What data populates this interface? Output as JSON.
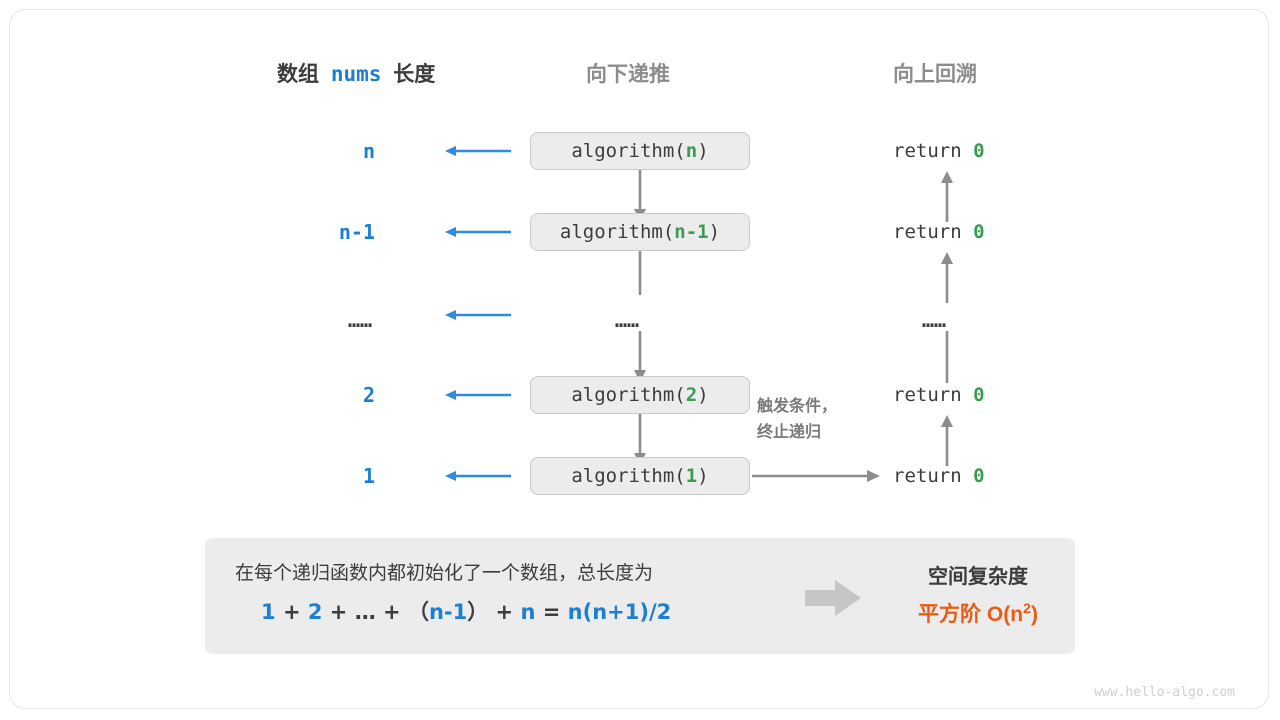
{
  "headers": {
    "left_prefix": "数组",
    "left_code": "nums",
    "left_suffix": "长度",
    "middle": "向下递推",
    "right": "向上回溯"
  },
  "rows": [
    {
      "length": "n",
      "call_fn": "algorithm(",
      "call_arg": "n",
      "call_close": ")",
      "ret_text": "return",
      "ret_value": "0"
    },
    {
      "length": "n-1",
      "call_fn": "algorithm(",
      "call_arg": "n-1",
      "call_close": ")",
      "ret_text": "return",
      "ret_value": "0"
    },
    {
      "length": "……",
      "call_fn": "……",
      "call_arg": "",
      "call_close": "",
      "ret_text": "……",
      "ret_value": ""
    },
    {
      "length": "2",
      "call_fn": "algorithm(",
      "call_arg": "2",
      "call_close": ")",
      "ret_text": "return",
      "ret_value": "0"
    },
    {
      "length": "1",
      "call_fn": "algorithm(",
      "call_arg": "1",
      "call_close": ")",
      "ret_text": "return",
      "ret_value": "0"
    }
  ],
  "trigger_note": {
    "line1": "触发条件，",
    "line2": "终止递归"
  },
  "summary": {
    "description": "在每个递归函数内都初始化了一个数组，总长度为",
    "formula": {
      "t1": "1",
      "o1": "+",
      "t2": "2",
      "o2": "+",
      "t3": "…",
      "o3": "+",
      "p_open": "（",
      "t4": "n-1",
      "p_close": "）",
      "o4": "+",
      "t5": "n",
      "eq": "=",
      "result": "n(n+1)/2"
    },
    "complexity_title": "空间复杂度",
    "complexity_value_prefix": "平方阶",
    "complexity_value_big_o": "O(n",
    "complexity_value_exp": "2",
    "complexity_value_tail": ")"
  },
  "watermark": "www.hello-algo.com",
  "colors": {
    "blue": "#1d7fd1",
    "green": "#3a9c4f",
    "orange": "#ec5b13",
    "grey_text": "#8d8d8d",
    "dark_text": "#3c3c3c",
    "box_fill": "#ececec",
    "box_border": "#c9c9c9",
    "arrow_grey": "#8d8d8d",
    "arrow_blue": "#2e8ae5"
  }
}
